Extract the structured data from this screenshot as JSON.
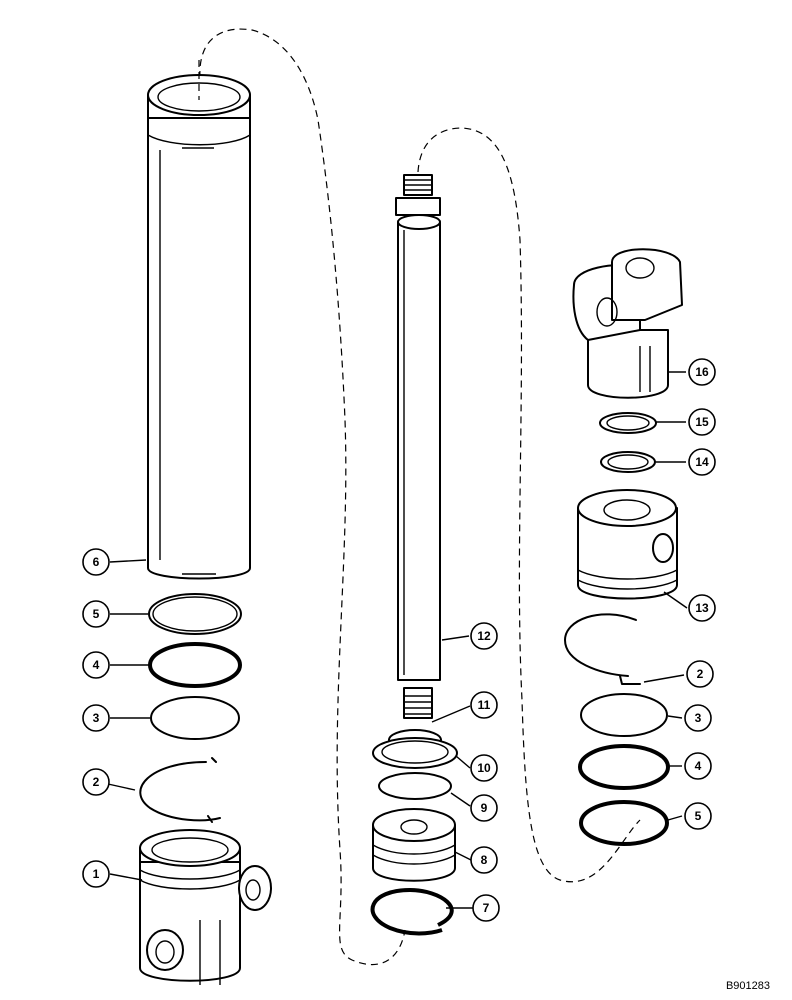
{
  "reference_code": "B901283",
  "callouts": [
    {
      "id": "callout-1",
      "label": "1"
    },
    {
      "id": "callout-2-left",
      "label": "2"
    },
    {
      "id": "callout-3-left",
      "label": "3"
    },
    {
      "id": "callout-4-left",
      "label": "4"
    },
    {
      "id": "callout-5-left",
      "label": "5"
    },
    {
      "id": "callout-6",
      "label": "6"
    },
    {
      "id": "callout-7",
      "label": "7"
    },
    {
      "id": "callout-8",
      "label": "8"
    },
    {
      "id": "callout-9",
      "label": "9"
    },
    {
      "id": "callout-10",
      "label": "10"
    },
    {
      "id": "callout-11",
      "label": "11"
    },
    {
      "id": "callout-12",
      "label": "12"
    },
    {
      "id": "callout-13",
      "label": "13"
    },
    {
      "id": "callout-14",
      "label": "14"
    },
    {
      "id": "callout-15",
      "label": "15"
    },
    {
      "id": "callout-16",
      "label": "16"
    },
    {
      "id": "callout-2-right",
      "label": "2"
    },
    {
      "id": "callout-3-right",
      "label": "3"
    },
    {
      "id": "callout-4-right",
      "label": "4"
    },
    {
      "id": "callout-5-right",
      "label": "5"
    }
  ]
}
